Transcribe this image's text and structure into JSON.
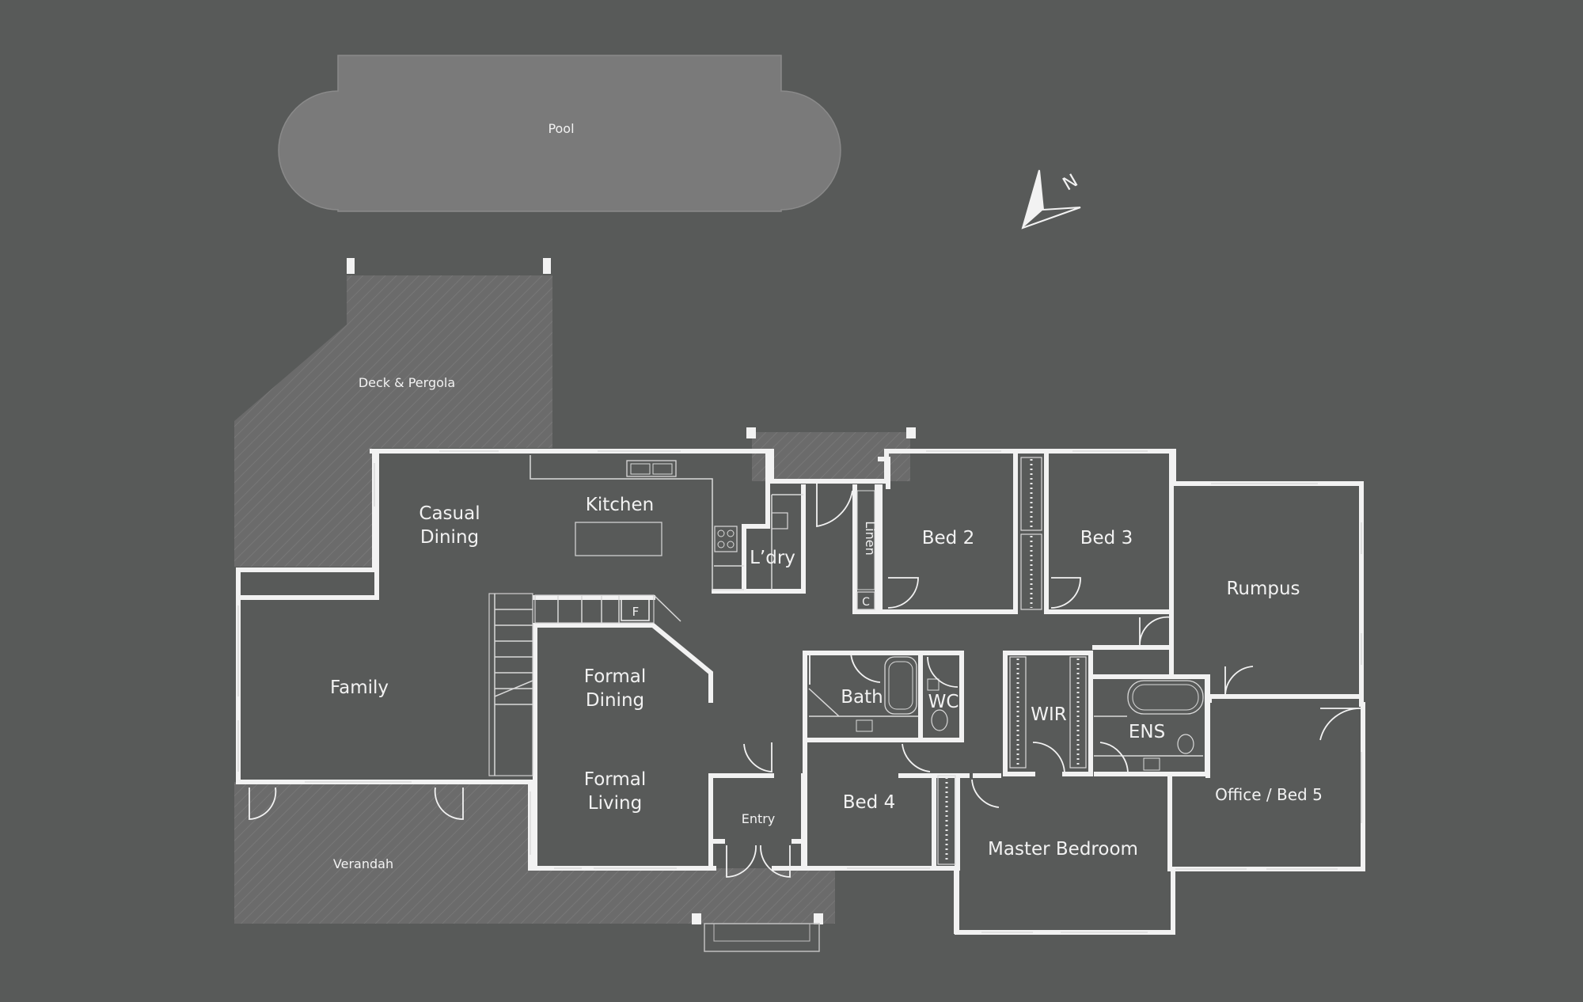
{
  "plan": {
    "rooms": {
      "pool": "Pool",
      "deck": "Deck & Pergola",
      "casual_dining_1": "Casual",
      "casual_dining_2": "Dining",
      "kitchen": "Kitchen",
      "laundry": "L’dry",
      "linen": "Linen",
      "cupboard": "C",
      "fridge": "F",
      "bed2": "Bed 2",
      "bed3": "Bed 3",
      "rumpus": "Rumpus",
      "family": "Family",
      "formal_dining_1": "Formal",
      "formal_dining_2": "Dining",
      "formal_living_1": "Formal",
      "formal_living_2": "Living",
      "bath": "Bath",
      "wc": "WC",
      "wir": "WIR",
      "ens": "ENS",
      "office": "Office / Bed 5",
      "bed4": "Bed 4",
      "entry": "Entry",
      "master": "Master Bedroom",
      "verandah": "Verandah"
    },
    "compass": {
      "label": "N",
      "icon": "north-arrow-icon"
    },
    "colors": {
      "background": "#585a59",
      "pool": "#7a7a7a",
      "outdoor": "#6b6b6b",
      "wall": "#f2f2f2"
    }
  }
}
